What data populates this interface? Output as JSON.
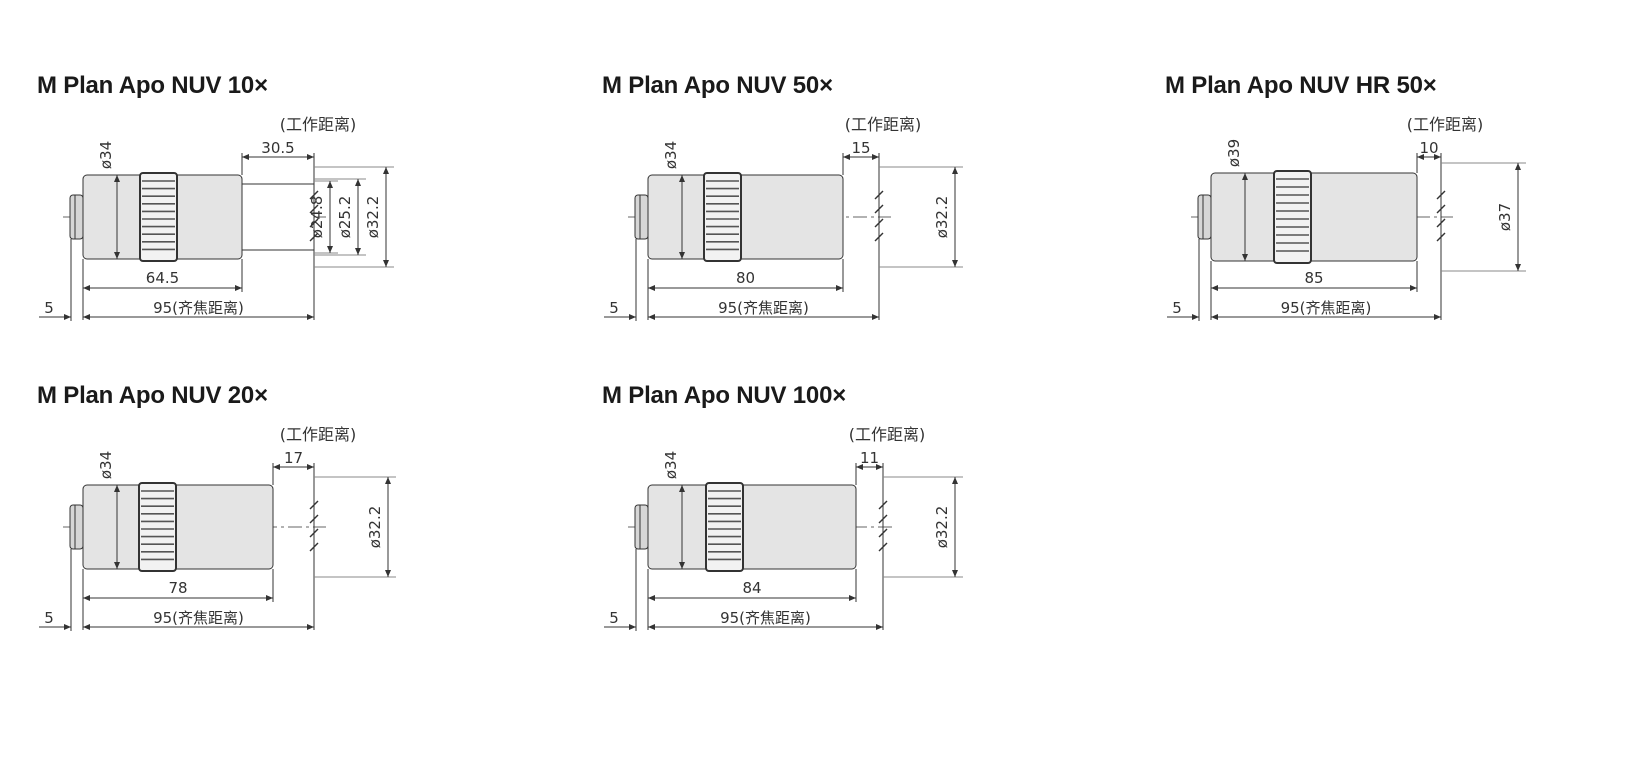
{
  "objectives": [
    {
      "id": "nuv10",
      "title": "M Plan Apo NUV 10×",
      "working_distance_label": "(工作距离)",
      "working_distance": "30.5",
      "barrel_diameter": "ø34",
      "body_length": "64.5",
      "thread_length": "5",
      "parfocal_label": "95(齐焦距离)",
      "front_diameters": [
        "ø24.8",
        "ø25.2",
        "ø32.2"
      ]
    },
    {
      "id": "nuv50",
      "title": "M Plan Apo NUV 50×",
      "working_distance_label": "(工作距离)",
      "working_distance": "15",
      "barrel_diameter": "ø34",
      "body_length": "80",
      "thread_length": "5",
      "parfocal_label": "95(齐焦距离)",
      "front_diameters": [
        "ø32.2"
      ]
    },
    {
      "id": "nuvhr50",
      "title": "M Plan Apo NUV HR 50×",
      "working_distance_label": "(工作距离)",
      "working_distance": "10",
      "barrel_diameter": "ø39",
      "body_length": "85",
      "thread_length": "5",
      "parfocal_label": "95(齐焦距离)",
      "front_diameters": [
        "ø37"
      ]
    },
    {
      "id": "nuv20",
      "title": "M Plan Apo NUV 20×",
      "working_distance_label": "(工作距离)",
      "working_distance": "17",
      "barrel_diameter": "ø34",
      "body_length": "78",
      "thread_length": "5",
      "parfocal_label": "95(齐焦距离)",
      "front_diameters": [
        "ø32.2"
      ]
    },
    {
      "id": "nuv100",
      "title": "M Plan Apo NUV 100×",
      "working_distance_label": "(工作距离)",
      "working_distance": "11",
      "barrel_diameter": "ø34",
      "body_length": "84",
      "thread_length": "5",
      "parfocal_label": "95(齐焦距离)",
      "front_diameters": [
        "ø32.2"
      ]
    }
  ],
  "colors": {
    "line": "#333333",
    "barrel": "#e4e4e4",
    "knurl": "#555555",
    "text": "#1a1a1a"
  }
}
